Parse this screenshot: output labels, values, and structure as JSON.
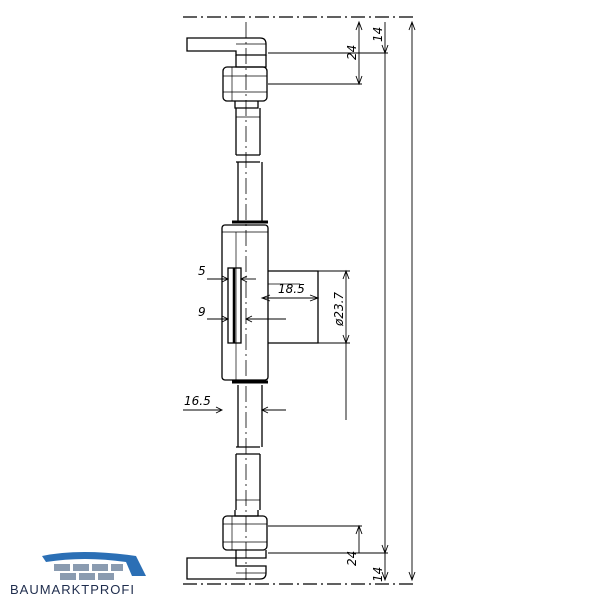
{
  "dimensions": {
    "top_14": "14",
    "top_24": "24",
    "width_5": "5",
    "width_9": "9",
    "width_18_5": "18.5",
    "diameter": "ø23.7",
    "width_16_5": "16.5",
    "bottom_24": "24",
    "bottom_14": "14"
  },
  "brand": {
    "name": "BAUMARKTPROFI",
    "colors": {
      "primary": "#2b6fb5",
      "secondary": "#8a9bb0",
      "text": "#1f2d4d"
    }
  }
}
